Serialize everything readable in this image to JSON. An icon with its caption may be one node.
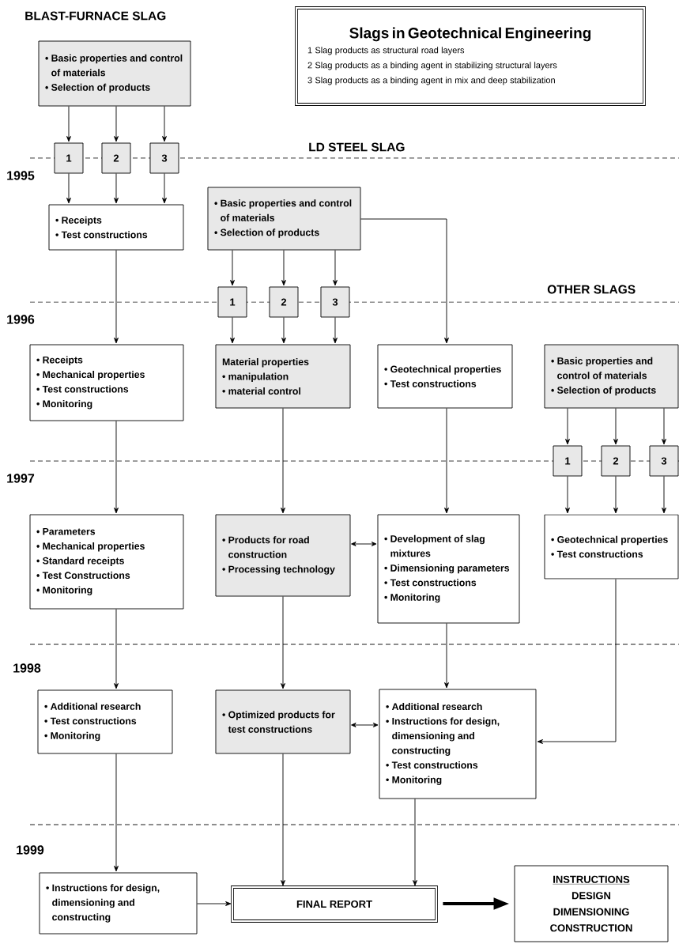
{
  "diagram": {
    "nodes": [
      {
        "text": [
          "Slags in Geotechnical Engineering",
          "1 Slag products as structural road layers",
          "2 Slag products as a binding agent in stabilizing structural layers",
          "3 Slag products as a binding agent in mix and deep stabilization"
        ]
      },
      {
        "text": [
          "• Basic properties and control of materials",
          "• Selection of products"
        ]
      },
      {
        "text": [
          "1"
        ]
      },
      {
        "text": [
          "2"
        ]
      },
      {
        "text": [
          "3"
        ]
      },
      {
        "text": [
          "• Receipts",
          "• Test constructions"
        ]
      },
      {
        "text": [
          "• Basic properties and control of materials",
          "• Selection of products"
        ]
      },
      {
        "text": [
          "1"
        ]
      },
      {
        "text": [
          "2"
        ]
      },
      {
        "text": [
          "3"
        ]
      },
      {
        "text": [
          "• Receipts",
          "• Mechanical properties",
          "• Test constructions",
          "• Monitoring"
        ]
      },
      {
        "text": [
          "Material properties",
          "• manipulation",
          "• material control"
        ]
      },
      {
        "text": [
          "• Geotechnical properties",
          "• Test constructions"
        ]
      },
      {
        "text": [
          "• Basic properties and control of materials",
          "• Selection of products"
        ]
      },
      {
        "text": [
          "1"
        ]
      },
      {
        "text": [
          "2"
        ]
      },
      {
        "text": [
          "3"
        ]
      },
      {
        "text": [
          "• Parameters",
          "• Mechanical properties",
          "• Standard receipts",
          "• Test Constructions",
          "• Monitoring"
        ]
      },
      {
        "text": [
          "• Products for road construction",
          "• Processing technology"
        ]
      },
      {
        "text": [
          "• Development of slag mixtures",
          "• Dimensioning parameters",
          "• Test constructions",
          "• Monitoring"
        ]
      },
      {
        "text": [
          "• Geotechnical properties",
          "• Test constructions"
        ]
      },
      {
        "text": [
          "• Additional research",
          "• Test constructions",
          "• Monitoring"
        ]
      },
      {
        "text": [
          "• Optimized products for test constructions"
        ]
      },
      {
        "text": [
          "• Additional research",
          "• Instructions for design, dimensioning and constructing",
          "• Test constructions",
          "• Monitoring"
        ]
      },
      {
        "text": [
          "• Instructions for design, dimensioning and constructing"
        ]
      },
      {
        "text": [
          "FINAL REPORT"
        ]
      },
      {
        "text": [
          "INSTRUCTIONS",
          "DESIGN",
          "DIMENSIONING",
          "CONSTRUCTION"
        ]
      }
    ],
    "edges": [
      {
        "from": 1,
        "to": 2,
        "arrow": "to"
      },
      {
        "from": 1,
        "to": 3,
        "arrow": "to"
      },
      {
        "from": 1,
        "to": 4,
        "arrow": "to"
      },
      {
        "from": 2,
        "to": 5,
        "arrow": "to"
      },
      {
        "from": 3,
        "to": 5,
        "arrow": "to"
      },
      {
        "from": 4,
        "to": 5,
        "arrow": "to"
      },
      {
        "from": 6,
        "to": 7,
        "arrow": "to"
      },
      {
        "from": 6,
        "to": 8,
        "arrow": "to"
      },
      {
        "from": 6,
        "to": 9,
        "arrow": "to"
      },
      {
        "from": 6,
        "to": 12,
        "arrow": "to"
      },
      {
        "from": 5,
        "to": 10,
        "arrow": "to"
      },
      {
        "from": 7,
        "to": 11,
        "arrow": "to"
      },
      {
        "from": 8,
        "to": 11,
        "arrow": "to"
      },
      {
        "from": 9,
        "to": 11,
        "arrow": "to"
      },
      {
        "from": 13,
        "to": 14,
        "arrow": "to"
      },
      {
        "from": 13,
        "to": 15,
        "arrow": "to"
      },
      {
        "from": 13,
        "to": 16,
        "arrow": "to"
      },
      {
        "from": 14,
        "to": 20,
        "arrow": "to"
      },
      {
        "from": 15,
        "to": 20,
        "arrow": "to"
      },
      {
        "from": 16,
        "to": 20,
        "arrow": "to"
      },
      {
        "from": 10,
        "to": 17,
        "arrow": "to"
      },
      {
        "from": 11,
        "to": 18,
        "arrow": "to"
      },
      {
        "from": 12,
        "to": 19,
        "arrow": "to"
      },
      {
        "from": 18,
        "to": 19,
        "arrow": "both"
      },
      {
        "from": 17,
        "to": 21,
        "arrow": "to"
      },
      {
        "from": 18,
        "to": 22,
        "arrow": "to"
      },
      {
        "from": 19,
        "to": 23,
        "arrow": "to"
      },
      {
        "from": 22,
        "to": 23,
        "arrow": "both"
      },
      {
        "from": 20,
        "to": 23,
        "arrow": "to"
      },
      {
        "from": 21,
        "to": 24,
        "arrow": "to"
      },
      {
        "from": 22,
        "to": 25,
        "arrow": "to"
      },
      {
        "from": 23,
        "to": 25,
        "arrow": "to"
      },
      {
        "from": 24,
        "to": 25,
        "arrow": "to"
      },
      {
        "from": 25,
        "to": 26,
        "arrow": "to",
        "style": "thick"
      }
    ],
    "labels": [
      "BLAST-FURNACE SLAG",
      "LD STEEL SLAG",
      "1995",
      "OTHER SLAGS",
      "1996",
      "1997",
      "1998",
      "1999"
    ]
  }
}
